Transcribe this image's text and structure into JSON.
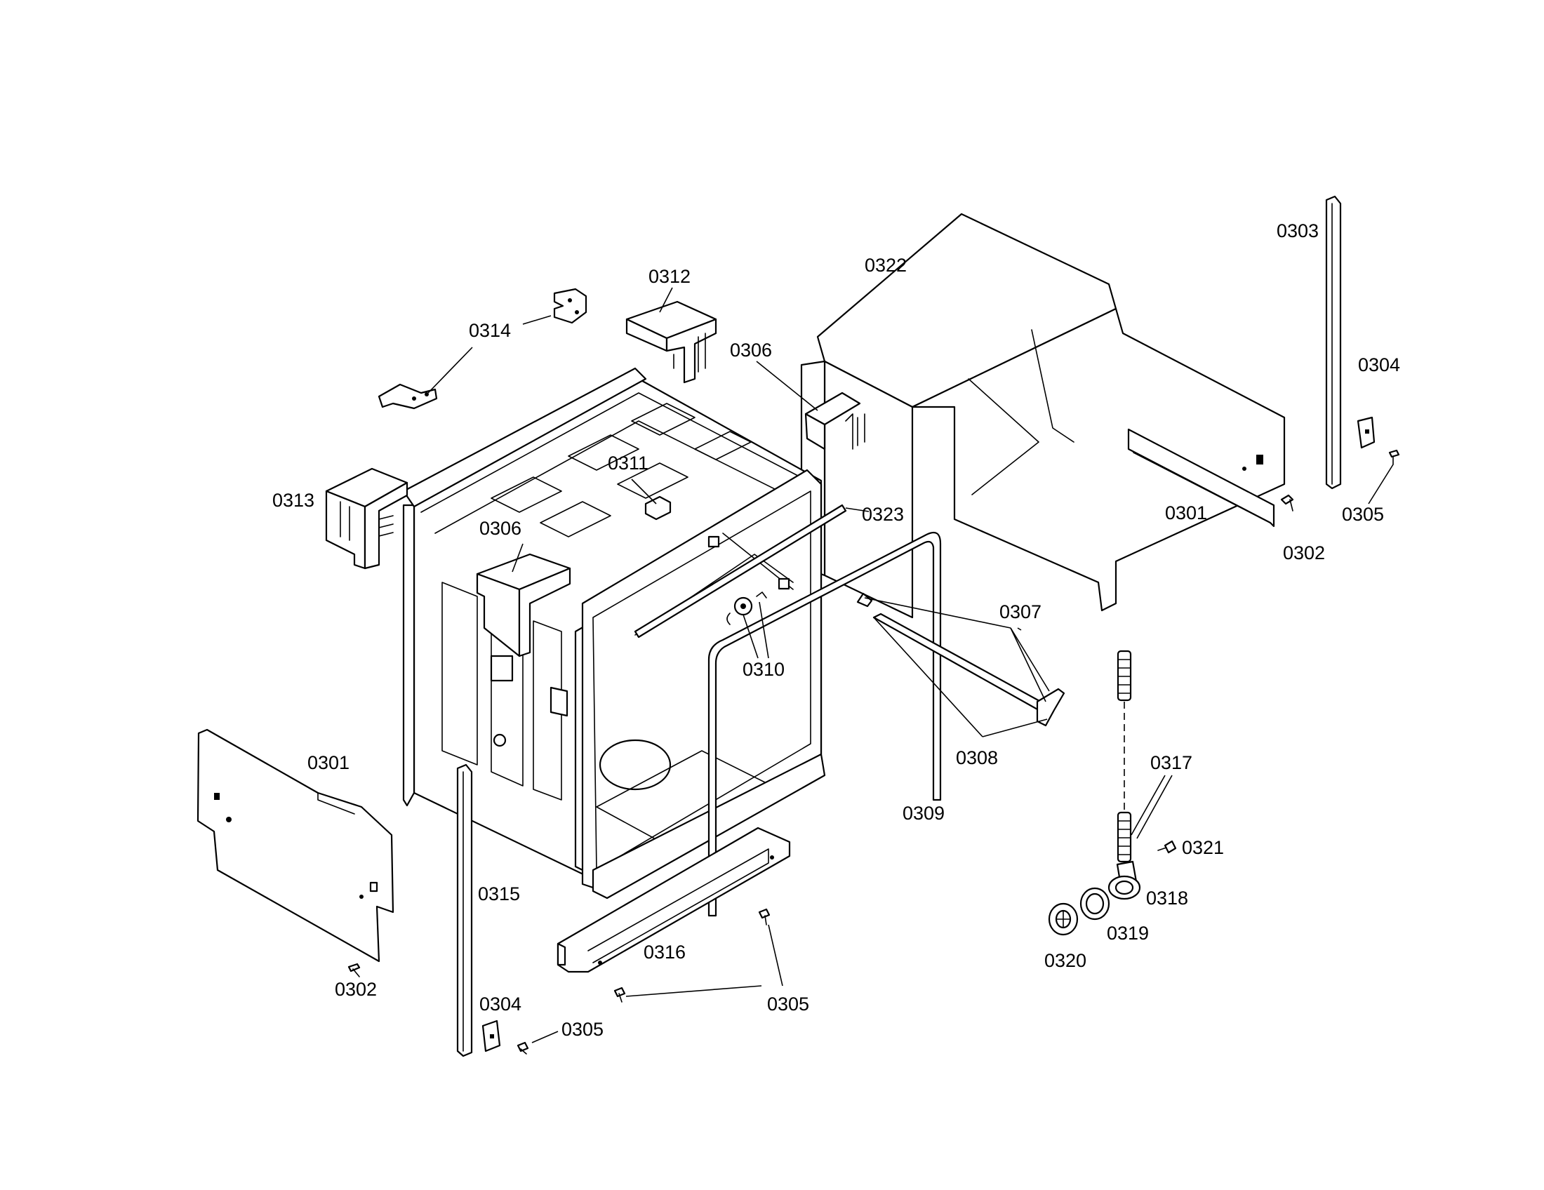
{
  "labels": {
    "p0301a": "0301",
    "p0301b": "0301",
    "p0302a": "0302",
    "p0302b": "0302",
    "p0303": "0303",
    "p0304a": "0304",
    "p0304b": "0304",
    "p0305a": "0305",
    "p0305b": "0305",
    "p0305c": "0305",
    "p0306a": "0306",
    "p0306b": "0306",
    "p0307": "0307",
    "p0308": "0308",
    "p0309": "0309",
    "p0310": "0310",
    "p0311": "0311",
    "p0312": "0312",
    "p0313": "0313",
    "p0314": "0314",
    "p0315": "0315",
    "p0316": "0316",
    "p0317": "0317",
    "p0318": "0318",
    "p0319": "0319",
    "p0320": "0320",
    "p0321": "0321",
    "p0322": "0322",
    "p0323": "0323"
  },
  "colors": {
    "line": "#000000",
    "background": "#ffffff"
  }
}
